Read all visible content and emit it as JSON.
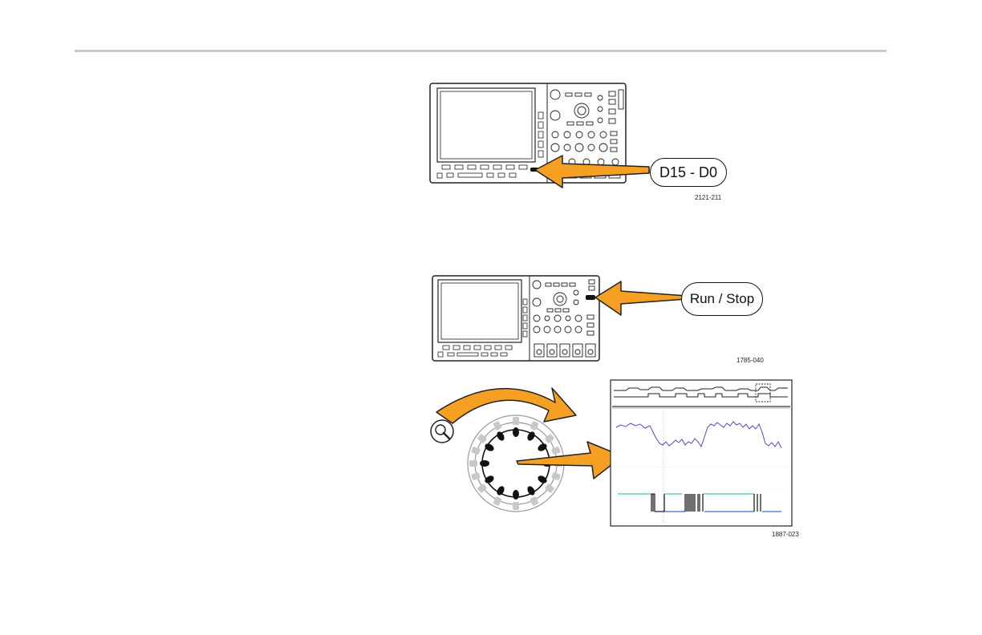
{
  "figure1": {
    "callout_label": "D15 - D0",
    "figure_id": "2121-211"
  },
  "figure2": {
    "callout_label": "Run / Stop",
    "figure_id": "1785-040"
  },
  "figure3": {
    "figure_id": "1887-023",
    "zoom_icon": "magnifier-icon",
    "rotation_arrow": "clockwise-arrow-icon"
  },
  "colors": {
    "arrow_fill": "#f5a023",
    "arrow_stroke": "#222222",
    "analog_trace": "#4a4ad0",
    "digital_high": "#3cc8b4",
    "digital_low": "#3a6ad8"
  }
}
